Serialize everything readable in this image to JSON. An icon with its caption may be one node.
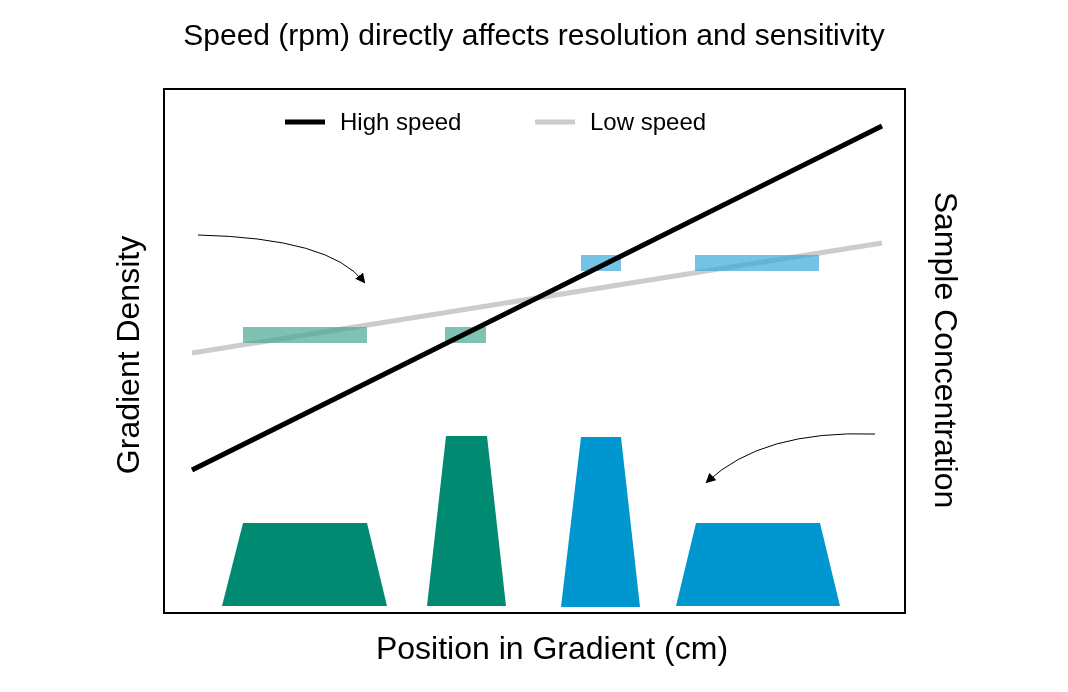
{
  "diagram": {
    "title": "Speed (rpm) directly affects resolution and sensitivity",
    "labels": [
      "Gradient Density",
      "Sample Concentration",
      "Position in Gradient (cm)"
    ],
    "legend": [
      {
        "text": "High speed"
      },
      {
        "text": "Low speed"
      }
    ]
  }
}
